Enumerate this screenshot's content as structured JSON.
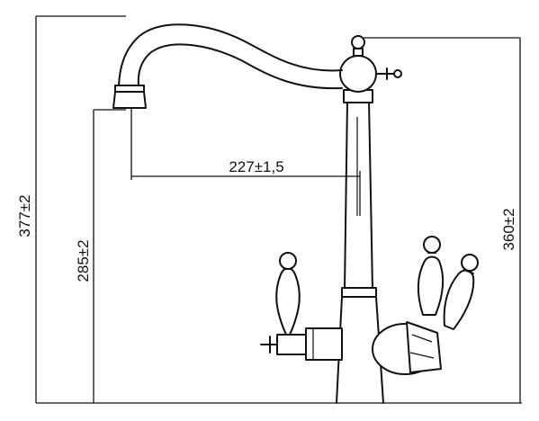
{
  "drawing": {
    "dimensions": {
      "total_height": "377±2",
      "spout_height": "285±2",
      "body_height": "360±2",
      "spout_reach": "227±1,5"
    },
    "colors": {
      "line": "#111111",
      "background": "#ffffff"
    }
  }
}
